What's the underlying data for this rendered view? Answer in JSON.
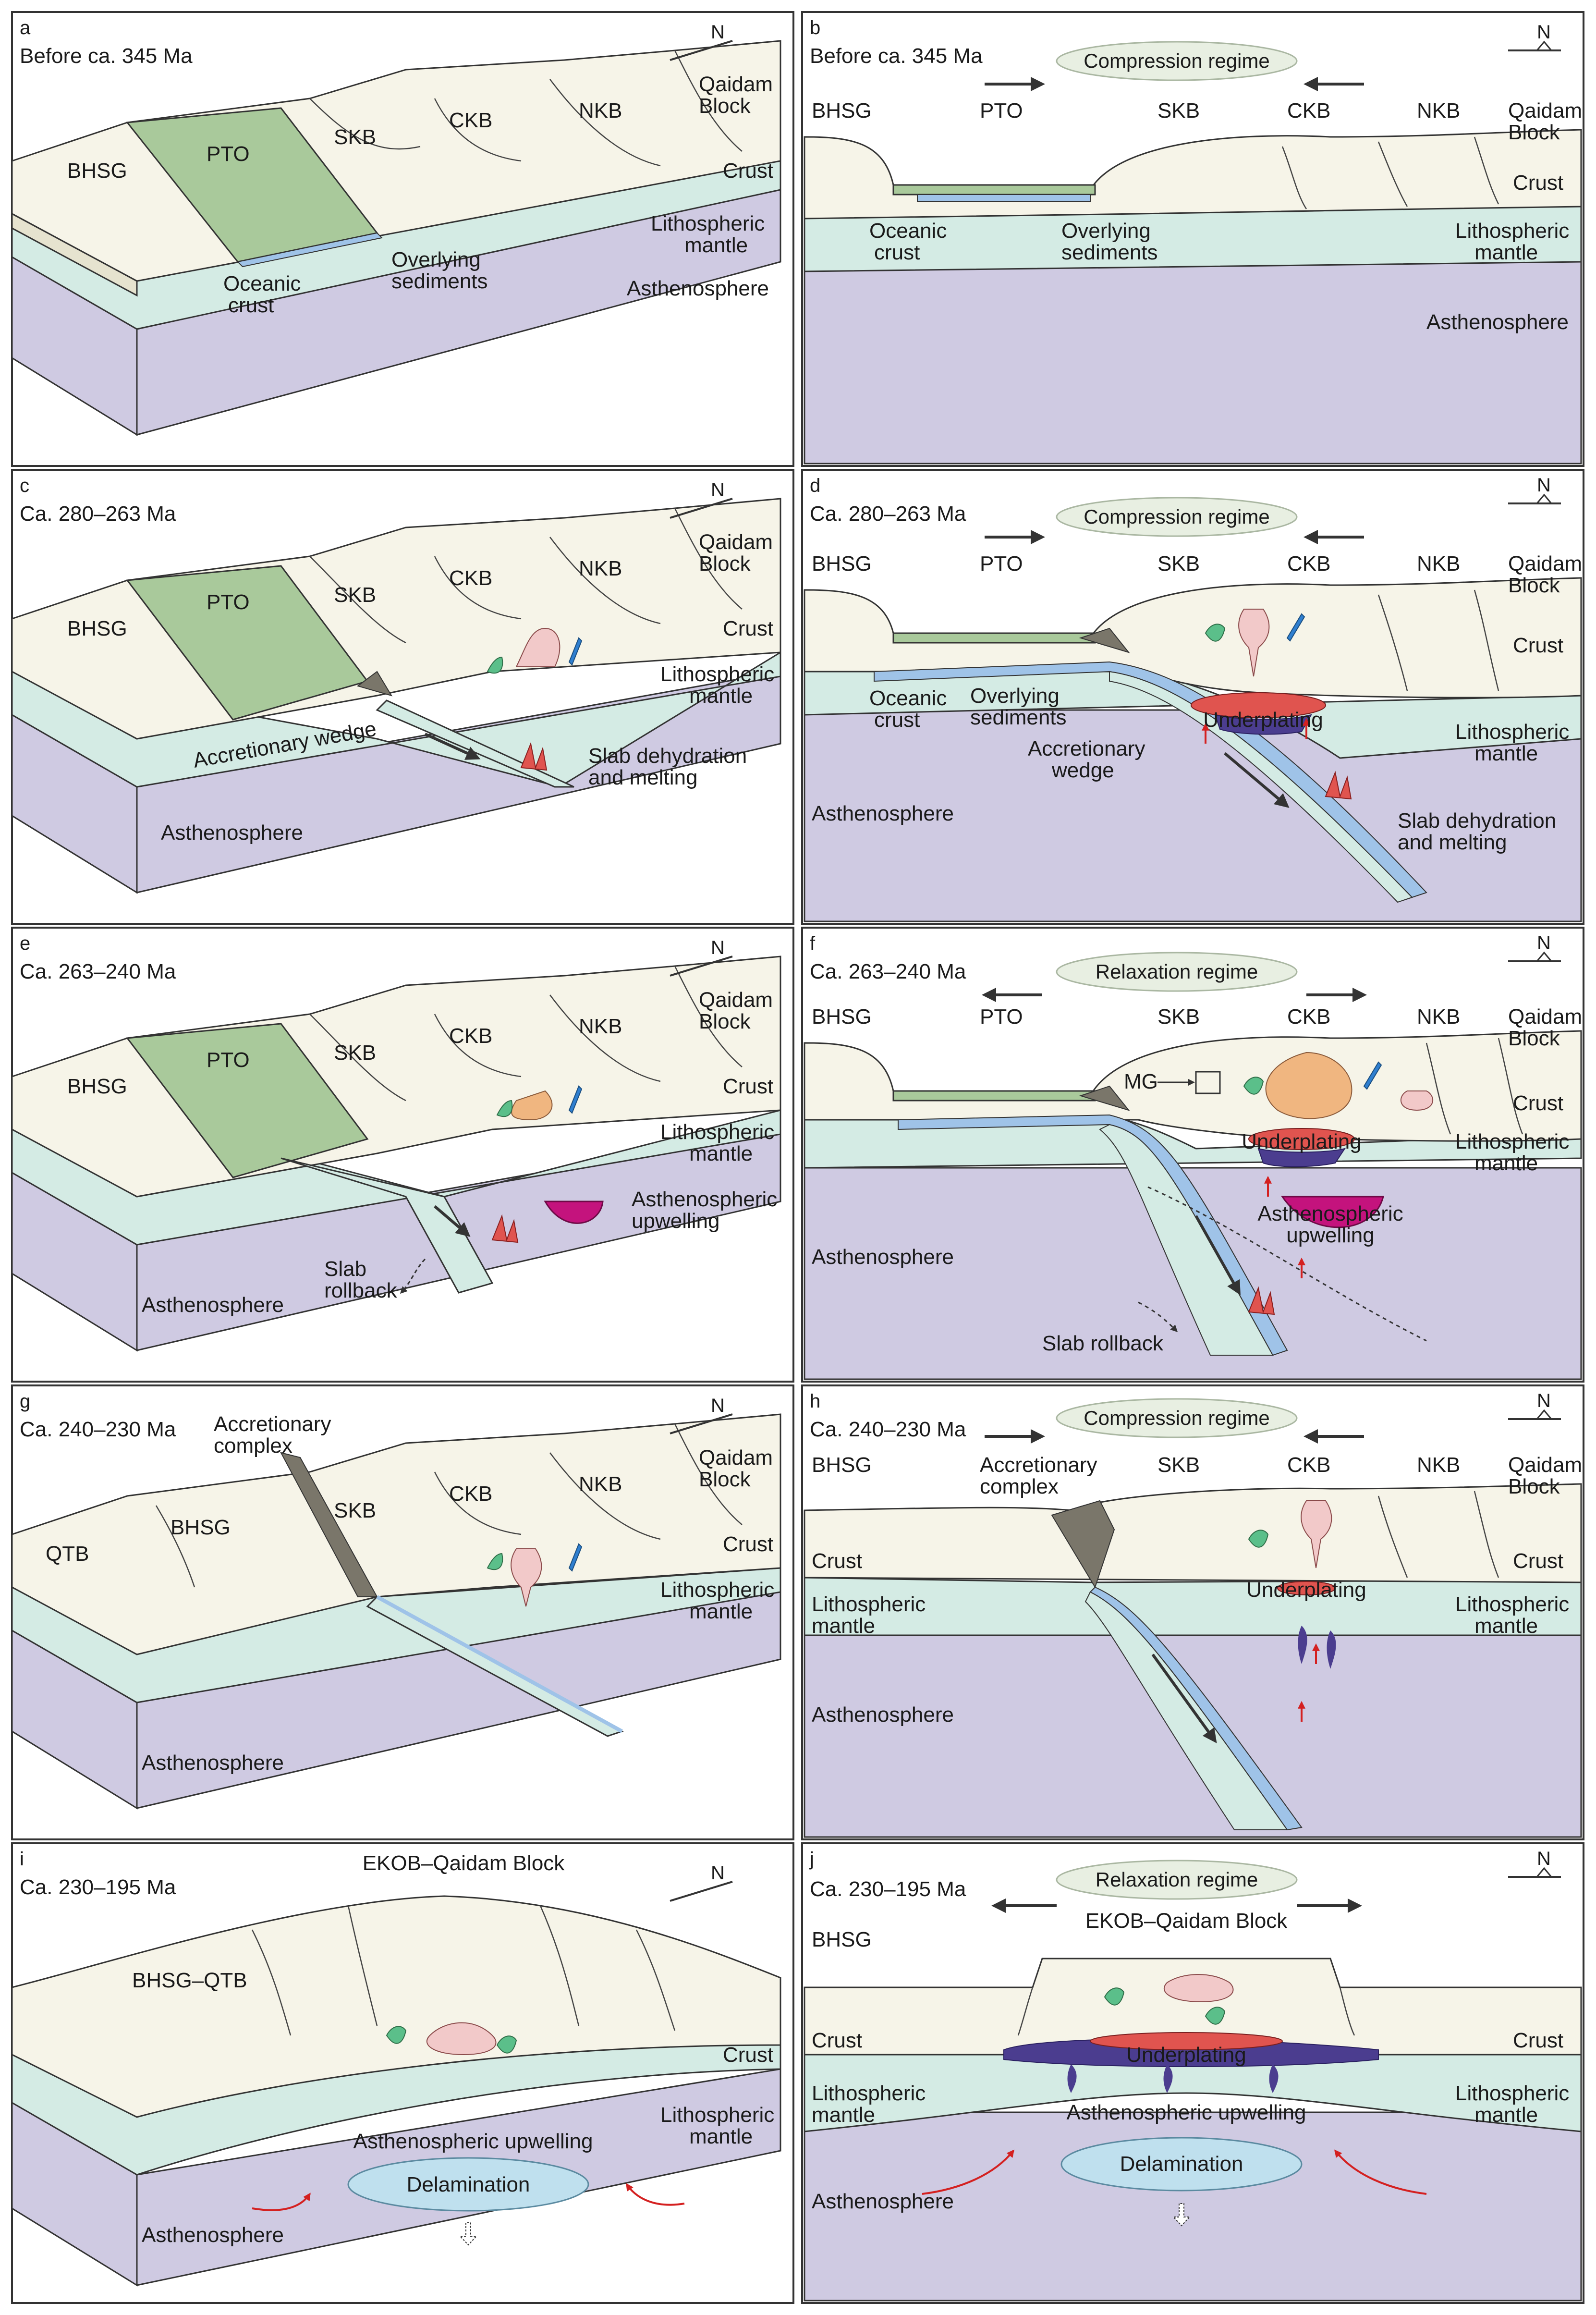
{
  "panels": [
    {
      "letter": "a",
      "age": "Before ca. 345 Ma",
      "regime": "",
      "labels": {
        "bhsg": "BHSG",
        "pto": "PTO",
        "skb": "SKB",
        "ckb": "CKB",
        "nkb": "NKB",
        "qaidam": "Qaidam",
        "block": "Block",
        "crust": "Crust",
        "litho1": "Lithospheric",
        "litho2": "mantle",
        "oceanic1": "Oceanic",
        "oceanic2": "crust",
        "overlying1": "Overlying",
        "overlying2": "sediments",
        "asth": "Asthenosphere",
        "north": "N"
      }
    },
    {
      "letter": "b",
      "age": "Before ca. 345 Ma",
      "regime": "Compression regime",
      "labels": {
        "bhsg": "BHSG",
        "pto": "PTO",
        "skb": "SKB",
        "ckb": "CKB",
        "nkb": "NKB",
        "qaidam": "Qaidam",
        "block": "Block",
        "crust": "Crust",
        "litho1": "Lithospheric",
        "litho2": "mantle",
        "oceanic1": "Oceanic",
        "oceanic2": "crust",
        "overlying1": "Overlying",
        "overlying2": "sediments",
        "asth": "Asthenosphere",
        "north": "N"
      }
    },
    {
      "letter": "c",
      "age": "Ca. 280–263 Ma",
      "regime": "",
      "labels": {
        "bhsg": "BHSG",
        "pto": "PTO",
        "skb": "SKB",
        "ckb": "CKB",
        "nkb": "NKB",
        "qaidam": "Qaidam",
        "block": "Block",
        "crust": "Crust",
        "litho1": "Lithospheric",
        "litho2": "mantle",
        "wedge": "Accretionary wedge",
        "slab1": "Slab dehydration",
        "slab2": "and melting",
        "asth": "Asthenosphere",
        "north": "N"
      }
    },
    {
      "letter": "d",
      "age": "Ca. 280–263 Ma",
      "regime": "Compression regime",
      "labels": {
        "bhsg": "BHSG",
        "pto": "PTO",
        "skb": "SKB",
        "ckb": "CKB",
        "nkb": "NKB",
        "qaidam": "Qaidam",
        "block": "Block",
        "crust": "Crust",
        "litho1": "Lithospheric",
        "litho2": "mantle",
        "oceanic1": "Oceanic",
        "oceanic2": "crust",
        "overlying1": "Overlying",
        "overlying2": "sediments",
        "wedge1": "Accretionary",
        "wedge2": "wedge",
        "under": "Underplating",
        "slab1": "Slab dehydration",
        "slab2": "and melting",
        "asth": "Asthenosphere",
        "north": "N"
      }
    },
    {
      "letter": "e",
      "age": "Ca. 263–240 Ma",
      "regime": "",
      "labels": {
        "bhsg": "BHSG",
        "pto": "PTO",
        "skb": "SKB",
        "ckb": "CKB",
        "nkb": "NKB",
        "qaidam": "Qaidam",
        "block": "Block",
        "crust": "Crust",
        "litho1": "Lithospheric",
        "litho2": "mantle",
        "up1": "Asthenospheric",
        "up2": "upwelling",
        "roll1": "Slab",
        "roll2": "rollback",
        "asth": "Asthenosphere",
        "north": "N"
      }
    },
    {
      "letter": "f",
      "age": "Ca. 263–240 Ma",
      "regime": "Relaxation regime",
      "labels": {
        "bhsg": "BHSG",
        "pto": "PTO",
        "skb": "SKB",
        "ckb": "CKB",
        "nkb": "NKB",
        "qaidam": "Qaidam",
        "block": "Block",
        "crust": "Crust",
        "litho1": "Lithospheric",
        "litho2": "mantle",
        "mg": "MG",
        "under": "Underplating",
        "up1": "Asthenospheric",
        "up2": "upwelling",
        "roll": "Slab rollback",
        "asth": "Asthenosphere",
        "north": "N"
      }
    },
    {
      "letter": "g",
      "age": "Ca. 240–230 Ma",
      "regime": "",
      "labels": {
        "qtb": "QTB",
        "bhsg": "BHSG",
        "skb": "SKB",
        "ckb": "CKB",
        "nkb": "NKB",
        "qaidam": "Qaidam",
        "block": "Block",
        "crust": "Crust",
        "litho1": "Lithospheric",
        "litho2": "mantle",
        "acc1": "Accretionary",
        "acc2": "complex",
        "asth": "Asthenosphere",
        "north": "N"
      }
    },
    {
      "letter": "h",
      "age": "Ca. 240–230 Ma",
      "regime": "Compression regime",
      "labels": {
        "bhsg": "BHSG",
        "skb": "SKB",
        "ckb": "CKB",
        "nkb": "NKB",
        "qaidam": "Qaidam",
        "block": "Block",
        "crust": "Crust",
        "litho1": "Lithospheric",
        "litho2": "mantle",
        "acc1": "Accretionary",
        "acc2": "complex",
        "under": "Underplating",
        "asth": "Asthenosphere",
        "north": "N"
      }
    },
    {
      "letter": "i",
      "age": "Ca. 230–195 Ma",
      "regime": "",
      "labels": {
        "title": "EKOB–Qaidam Block",
        "bhsgqtb": "BHSG–QTB",
        "crust": "Crust",
        "litho1": "Lithospheric",
        "litho2": "mantle",
        "up": "Asthenospheric upwelling",
        "delam": "Delamination",
        "asth": "Asthenosphere",
        "north": "N"
      }
    },
    {
      "letter": "j",
      "age": "Ca. 230–195 Ma",
      "regime": "Relaxation regime",
      "labels": {
        "title": "EKOB–Qaidam Block",
        "bhsg": "BHSG",
        "crust": "Crust",
        "litho1": "Lithospheric",
        "litho2": "mantle",
        "under": "Underplating",
        "up": "Asthenospheric upwelling",
        "delam": "Delamination",
        "asth": "Asthenosphere",
        "north": "N"
      }
    }
  ],
  "colors": {
    "crust": "#f6f4e8",
    "mantle": "#d4ebe4",
    "asthenosphere": "#cfcae2",
    "pto": "#a9c99b",
    "oceanic_crust": "#9fc3e8",
    "wedge": "#7a766a",
    "granite": "#f2c9c9",
    "mafic": "#5bbf8a",
    "dyke": "#2f7fd0",
    "underplating_top": "#e0544f",
    "underplating_base": "#4b3d8f",
    "upwelling": "#c4137d",
    "arrow_red": "#d42020"
  }
}
